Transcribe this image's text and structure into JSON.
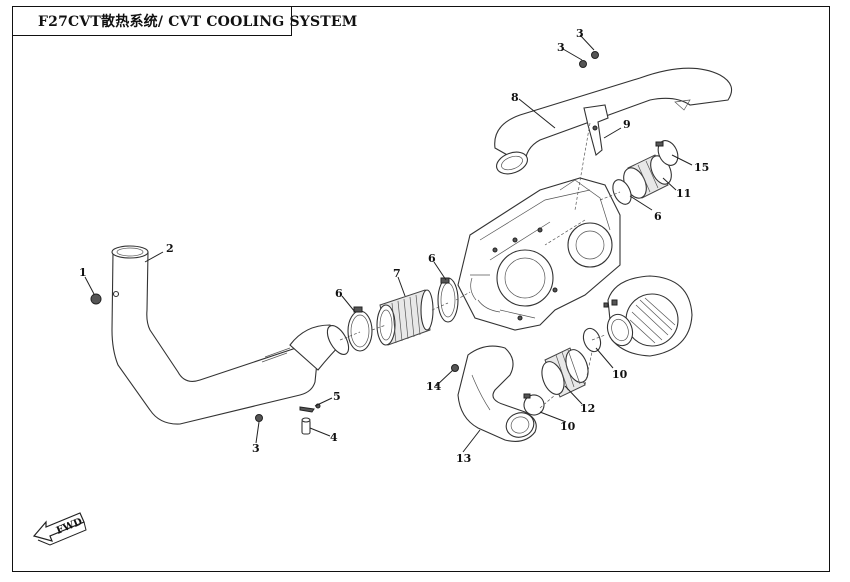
{
  "title": "F27CVT散热系统/ CVT COOLING SYSTEM",
  "fwd_label": "FWD",
  "callouts": {
    "c1": "1",
    "c2": "2",
    "c3a": "3",
    "c3b": "3",
    "c3c": "3",
    "c4": "4",
    "c5": "5",
    "c6a": "6",
    "c6b": "6",
    "c6c": "6",
    "c7": "7",
    "c8": "8",
    "c9": "9",
    "c10a": "10",
    "c10b": "10",
    "c11": "11",
    "c12": "12",
    "c13": "13",
    "c14": "14",
    "c15": "15"
  }
}
